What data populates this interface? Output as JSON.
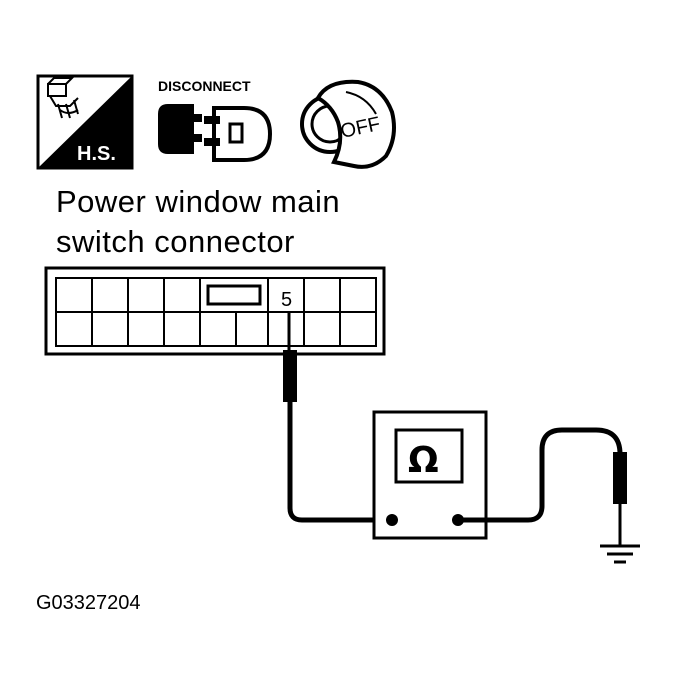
{
  "icons": {
    "harness_label": "H.S.",
    "disconnect_label": "DISCONNECT",
    "ignition_label": "OFF"
  },
  "title": {
    "line1": "Power window main",
    "line2": "switch connector"
  },
  "connector": {
    "pin_label": "5"
  },
  "meter": {
    "symbol": "Ω"
  },
  "figure_id": "G03327204",
  "colors": {
    "ink": "#000000",
    "paper": "#ffffff"
  }
}
